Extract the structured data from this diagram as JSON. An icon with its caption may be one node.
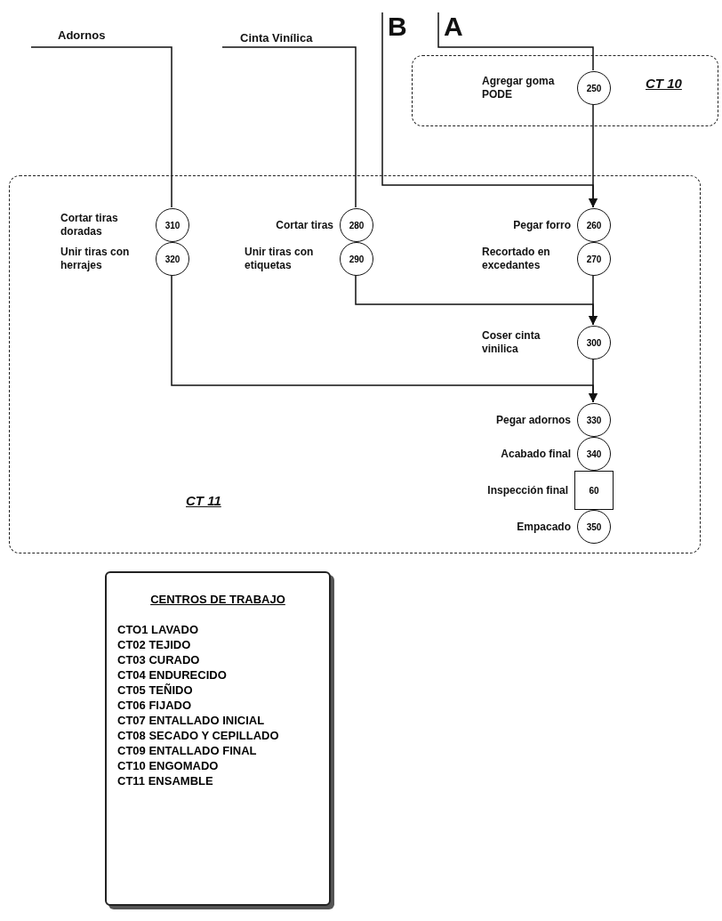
{
  "diagram": {
    "nodes": [
      {
        "text": [
          "Adornos"
        ]
      },
      {
        "text": [
          "Cinta Vinílica"
        ]
      },
      {
        "text": [
          "B"
        ]
      },
      {
        "text": [
          "A"
        ]
      },
      {
        "text": [
          "CT 10"
        ]
      },
      {
        "text": [
          "250"
        ],
        "beside": [
          "Agregar goma PODE"
        ],
        "in": 4
      },
      {
        "text": [
          "CT 11"
        ]
      },
      {
        "text": [
          "310"
        ],
        "beside": [
          "Cortar tiras doradas"
        ],
        "in": 6
      },
      {
        "text": [
          "320"
        ],
        "beside": [
          "Unir tiras con herrajes"
        ],
        "in": 6
      },
      {
        "text": [
          "280"
        ],
        "beside": [
          "Cortar tiras"
        ],
        "in": 6
      },
      {
        "text": [
          "290"
        ],
        "beside": [
          "Unir tiras con etiquetas"
        ],
        "in": 6
      },
      {
        "text": [
          "260"
        ],
        "beside": [
          "Pegar forro"
        ],
        "in": 6
      },
      {
        "text": [
          "270"
        ],
        "beside": [
          "Recortado en excedantes"
        ],
        "in": 6
      },
      {
        "text": [
          "300"
        ],
        "beside": [
          "Coser cinta vinilica"
        ],
        "in": 6
      },
      {
        "text": [
          "330"
        ],
        "beside": [
          "Pegar adornos"
        ],
        "in": 6
      },
      {
        "text": [
          "340"
        ],
        "beside": [
          "Acabado final"
        ],
        "in": 6
      },
      {
        "text": [
          "60"
        ],
        "beside": [
          "Inspección final"
        ],
        "in": 6
      },
      {
        "text": [
          "350"
        ],
        "beside": [
          "Empacado"
        ],
        "in": 6
      },
      {
        "text": [
          "CENTROS DE TRABAJO",
          "CTO1 LAVADO",
          "CT02 TEJIDO",
          "CT03 CURADO",
          "CT04 ENDURECIDO",
          "CT05 TEÑIDO",
          "CT06 FIJADO",
          "CT07 ENTALLADO INICIAL",
          "CT08 SECADO Y CEPILLADO",
          "CT09 ENTALLADO FINAL",
          "CT10 ENGOMADO",
          "CT11 ENSAMBLE"
        ]
      }
    ],
    "edges": [
      {
        "from": 0,
        "to": 7,
        "arrow": "none"
      },
      {
        "from": 1,
        "to": 9,
        "arrow": "none"
      },
      {
        "from": 3,
        "to": 5,
        "arrow": "none"
      },
      {
        "from": 5,
        "to": 11,
        "arrow": "to"
      },
      {
        "from": 2,
        "to": 11,
        "arrow": "to"
      },
      {
        "from": 12,
        "to": 13,
        "arrow": "to"
      },
      {
        "from": 10,
        "to": 13,
        "arrow": "to"
      },
      {
        "from": 13,
        "to": 14,
        "arrow": "to"
      },
      {
        "from": 8,
        "to": 14,
        "arrow": "to"
      }
    ]
  }
}
